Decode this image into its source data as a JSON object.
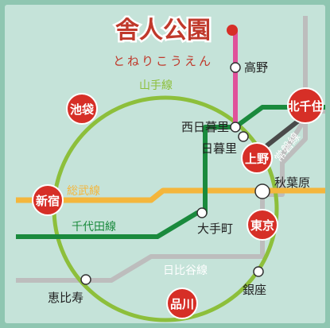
{
  "colors": {
    "background": "#c5e3d9",
    "frame": "#8fc6b1",
    "yamanote": "#8dbf3b",
    "sobu": "#f4b63c",
    "chiyoda": "#1a8a3d",
    "hibiya": "#bdbdbd",
    "joban": "#bdbdbd",
    "hokuso_side": "#4a4a4a",
    "toneri": "#e0529a",
    "major_station": "#d62f27",
    "title": "#c0392b"
  },
  "title": {
    "main": "舎人公園",
    "kana": "とねりこうえん"
  },
  "lines": {
    "yamanote": "山手線",
    "sobu": "総武線",
    "chiyoda": "千代田線",
    "hibiya": "日比谷線",
    "joban": "常磐線"
  },
  "major_stations": {
    "ikebukuro": "池袋",
    "shinjuku": "新宿",
    "shinagawa": "品川",
    "tokyo": "東京",
    "ueno": "上野",
    "kitasenju": "北千住"
  },
  "stations": {
    "takano": "高野",
    "nishinippori": "西日暮里",
    "nippori": "日暮里",
    "akihabara": "秋葉原",
    "otemachi": "大手町",
    "ebisu": "恵比寿",
    "ginza": "銀座"
  }
}
